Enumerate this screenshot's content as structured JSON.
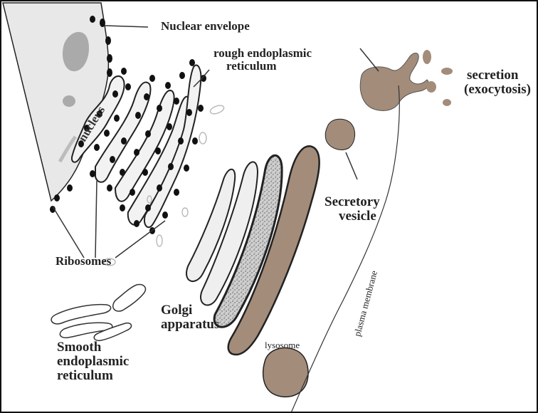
{
  "labels": {
    "nuclear_envelope": "Nuclear envelope",
    "rough_er_line1": "rough endoplasmic",
    "rough_er_line2": "reticulum",
    "nucleus": "nucleus",
    "secretion_line1": "secretion",
    "secretion_line2": "(exocytosis)",
    "secretory_vesicle_line1": "Secretory",
    "secretory_vesicle_line2": "vesicle",
    "ribosomes": "Ribosomes",
    "golgi_line1": "Golgi",
    "golgi_line2": "apparatus",
    "lysosome": "lysosome",
    "plasma_membrane": "plasma membrane",
    "smooth_er_line1": "Smooth",
    "smooth_er_line2": "endoplasmic",
    "smooth_er_line3": "reticulum"
  },
  "colors": {
    "nucleus_fill": "#e8e8e8",
    "nucleolus_fill": "#9a9a9a",
    "vesicle_fill": "#a38c7a",
    "golgi_light": "#efefef",
    "golgi_speckle": "#b8b8b8",
    "ribosome": "#111111",
    "line": "#222222"
  }
}
